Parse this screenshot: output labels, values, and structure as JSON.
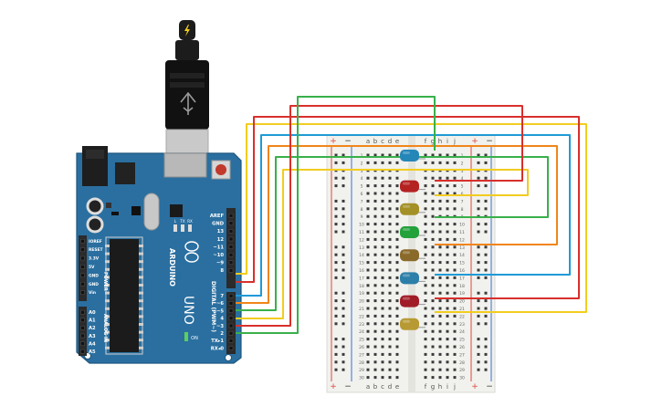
{
  "colors": {
    "board": "#2a6fa0",
    "board_dark": "#1f577f",
    "header": "#2b2b2b",
    "breadboard": "#f1f1ee",
    "rail_red": "#e0473c",
    "rail_blue": "#3a6fd1",
    "wire_yellow": "#f2cc1f",
    "wire_red": "#d8302c",
    "wire_green": "#38b04a",
    "wire_blue": "#1f9ad6",
    "wire_orange": "#f0861a",
    "led_blue": "#2586b8",
    "led_red": "#b52222",
    "led_yellow": "#a39026",
    "led_green": "#23a13b",
    "led_brown": "#8a6a2a",
    "led_steel": "#2b7fa8",
    "led_crimson": "#a01d27",
    "led_gold": "#b79a33"
  },
  "icons": [
    "usb-plug-icon",
    "lightning-icon",
    "arduino-logo-icon"
  ],
  "board": {
    "name": "ARDUINO",
    "model": "UNO",
    "digital_label": "DIGITAL (PWM~)",
    "power_label": "POWER",
    "analog_label": "ANALOG IN",
    "on_label": "ON",
    "tx_label": "TX",
    "rx_label": "RX",
    "l_label": "L",
    "top_pins": [
      "AREF",
      "GND",
      "13",
      "12",
      "~11",
      "~10",
      "~9",
      "8",
      "7",
      "~6",
      "~5",
      "4",
      "~3",
      "2",
      "TX▸1",
      "RX◂0"
    ],
    "power_pins": [
      "IOREF",
      "RESET",
      "3.3V",
      "5V",
      "GND",
      "GND",
      "Vin"
    ],
    "analog_pins": [
      "A0",
      "A1",
      "A2",
      "A3",
      "A4",
      "A5"
    ]
  },
  "breadboard": {
    "plus": "+",
    "minus": "−",
    "left_cols": [
      "a",
      "b",
      "c",
      "d",
      "e"
    ],
    "right_cols": [
      "f",
      "g",
      "h",
      "i",
      "j"
    ],
    "row_numbers": [
      "1",
      "2",
      "3",
      "4",
      "5",
      "6",
      "7",
      "8",
      "9",
      "10",
      "11",
      "12",
      "13",
      "14",
      "15",
      "16",
      "17",
      "18",
      "19",
      "20",
      "21",
      "22",
      "23",
      "24",
      "25",
      "26",
      "27",
      "28",
      "29",
      "30"
    ]
  },
  "leds": [
    {
      "color": "led_blue",
      "row": 1
    },
    {
      "color": "led_red",
      "row": 5
    },
    {
      "color": "led_yellow",
      "row": 8
    },
    {
      "color": "led_green",
      "row": 11
    },
    {
      "color": "led_brown",
      "row": 14
    },
    {
      "color": "led_steel",
      "row": 17
    },
    {
      "color": "led_crimson",
      "row": 20
    },
    {
      "color": "led_gold",
      "row": 23
    }
  ]
}
